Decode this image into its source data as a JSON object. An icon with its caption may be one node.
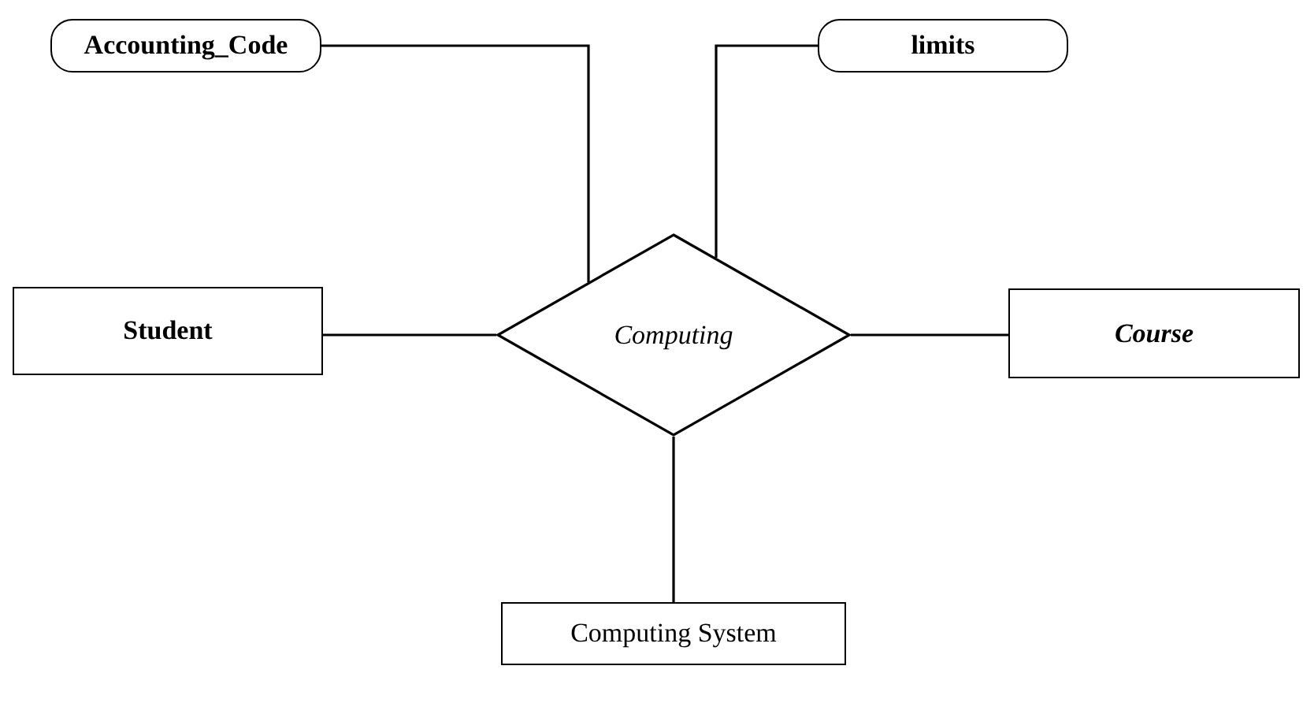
{
  "diagram": {
    "nodes": [
      {
        "text": [
          "Accounting_Code"
        ]
      },
      {
        "text": [
          "limits"
        ]
      },
      {
        "text": [
          "Student"
        ]
      },
      {
        "text": [
          "Computing"
        ]
      },
      {
        "text": [
          "Course"
        ]
      },
      {
        "text": [
          "Computing System"
        ]
      }
    ],
    "edges": [
      {
        "from": 0,
        "to": 3,
        "arrow": "none"
      },
      {
        "from": 1,
        "to": 3,
        "arrow": "none"
      },
      {
        "from": 2,
        "to": 3,
        "arrow": "none"
      },
      {
        "from": 3,
        "to": 4,
        "arrow": "none"
      },
      {
        "from": 3,
        "to": 5,
        "arrow": "none"
      }
    ]
  }
}
